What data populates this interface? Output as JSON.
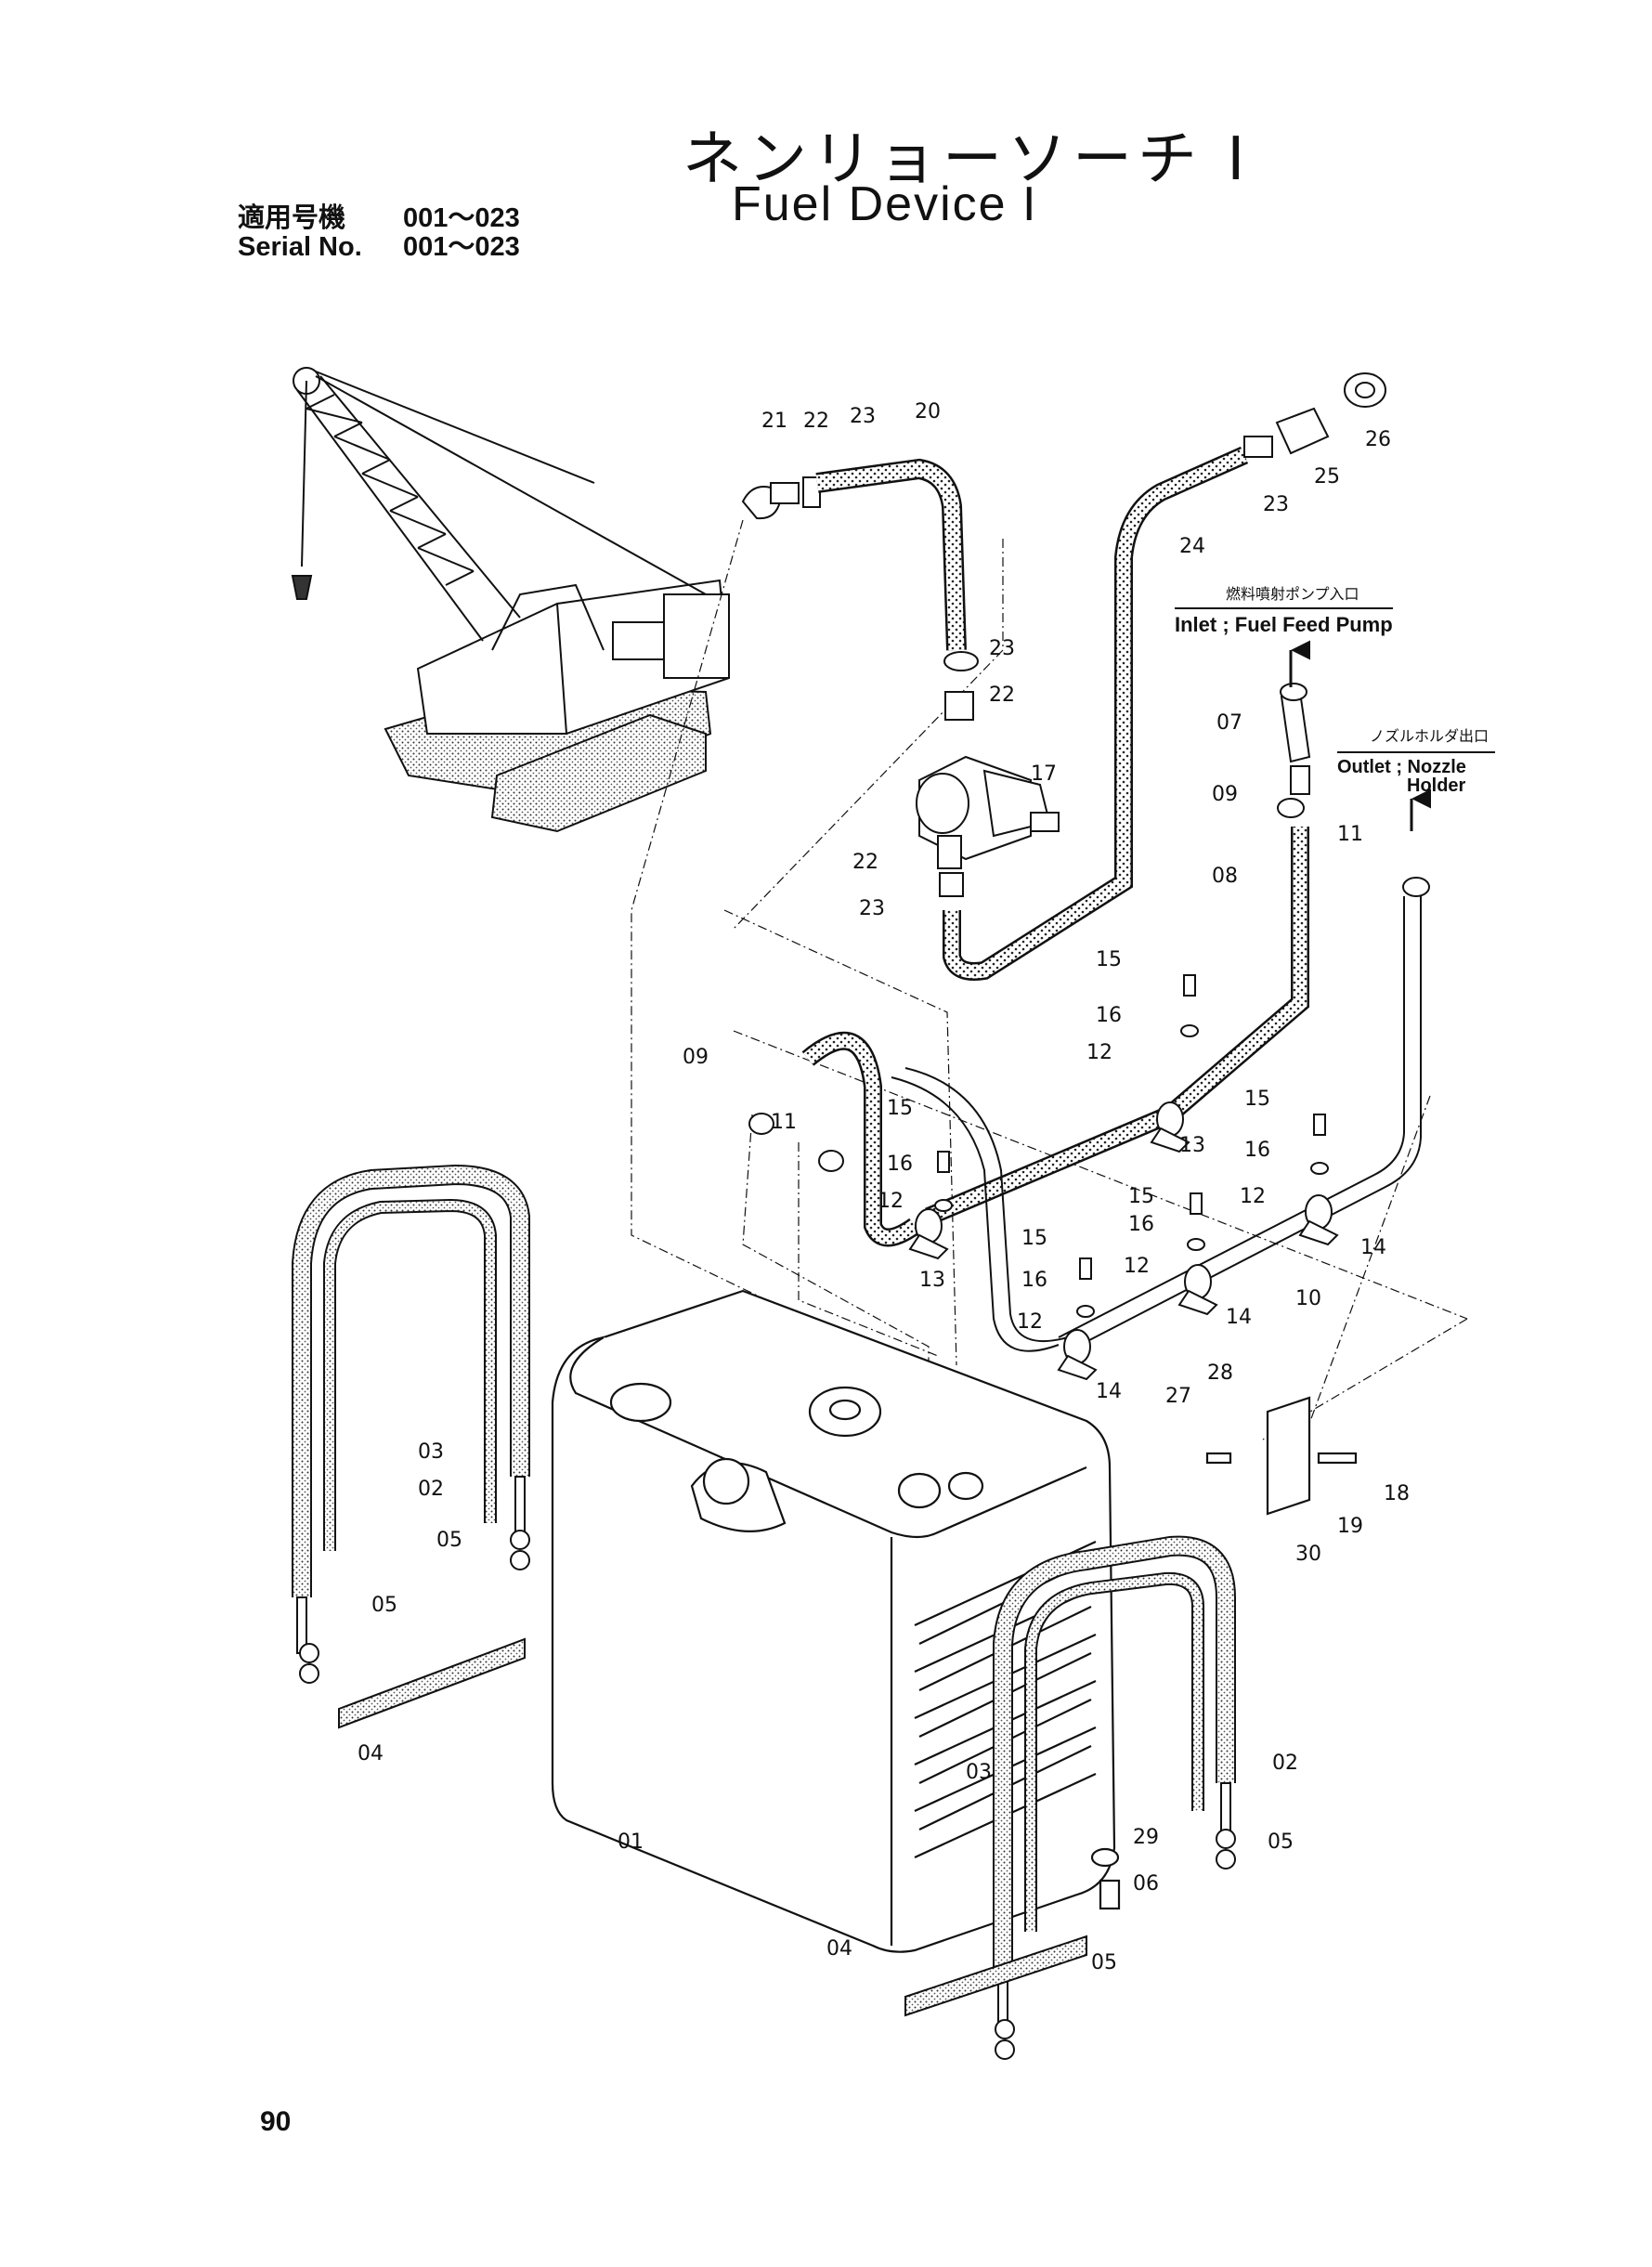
{
  "header": {
    "title_jp": "ネンリョーソーチ I",
    "title_en": "Fuel Device I",
    "serial_label_jp": "適用号機",
    "serial_value_jp": "001〜023",
    "serial_label_en": "Serial No.",
    "serial_value_en": "001〜023"
  },
  "notes": {
    "inlet_jp": "燃料噴射ポンプ入口",
    "inlet_en": "Inlet ; Fuel Feed Pump",
    "outlet_jp": "ノズルホルダ出口",
    "outlet_en_1": "Outlet ; Nozzle",
    "outlet_en_2": "Holder"
  },
  "part_labels": [
    "21",
    "22",
    "23",
    "20",
    "26",
    "25",
    "23",
    "24",
    "23",
    "22",
    "17",
    "22",
    "23",
    "07",
    "09",
    "08",
    "11",
    "15",
    "16",
    "12",
    "13",
    "09",
    "11",
    "15",
    "16",
    "12",
    "13",
    "15",
    "16",
    "12",
    "14",
    "15",
    "16",
    "12",
    "14",
    "15",
    "16",
    "12",
    "14",
    "10",
    "28",
    "27",
    "18",
    "19",
    "30",
    "03",
    "02",
    "05",
    "05",
    "04",
    "01",
    "03",
    "02",
    "29",
    "05",
    "06",
    "04",
    "05"
  ],
  "page_number": "90"
}
